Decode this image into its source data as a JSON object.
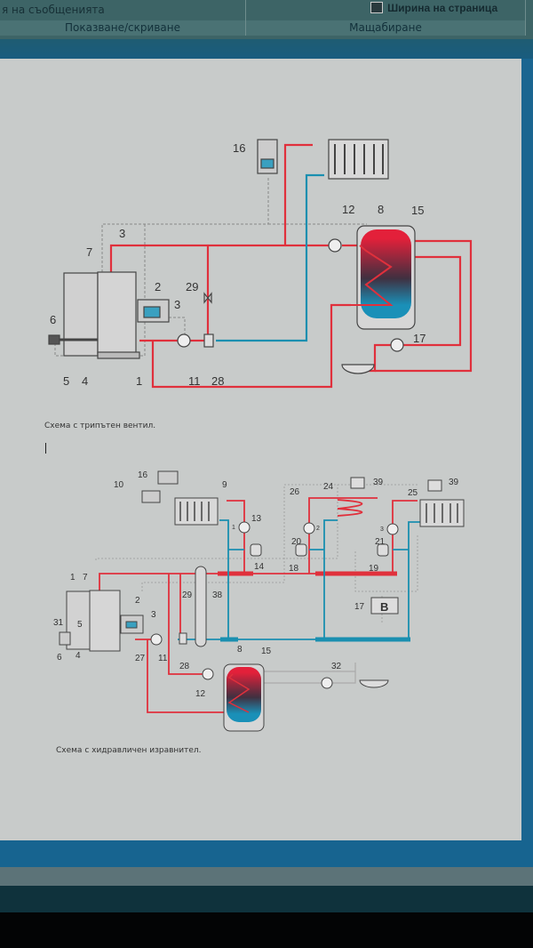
{
  "ribbon": {
    "messages_text": "я на съобщенията",
    "page_width_button": "Ширина на страница",
    "group_show_hide": "Показване/скриване",
    "group_zoom": "Мащабиране"
  },
  "document": {
    "caption1": "Схема с трипътен вентил.",
    "caption2": "Схема с хидравличен изравнител."
  },
  "diagram1": {
    "labels": [
      "16",
      "12",
      "8",
      "15",
      "3",
      "7",
      "2",
      "29",
      "3",
      "6",
      "17",
      "5",
      "4",
      "1",
      "11",
      "28"
    ]
  },
  "diagram2": {
    "labels": [
      "10",
      "16",
      "9",
      "26",
      "24",
      "39",
      "25",
      "39",
      "13",
      "20",
      "21",
      "14",
      "18",
      "19",
      "1",
      "7",
      "29",
      "38",
      "17",
      "2",
      "3",
      "31",
      "5",
      "6",
      "4",
      "27",
      "11",
      "28",
      "8",
      "15",
      "32",
      "12"
    ],
    "pump_numbers": [
      "1",
      "2",
      "3"
    ],
    "buffer_label": "B"
  },
  "colors": {
    "hot": "#e0303c",
    "cold": "#1a8fb0",
    "dashed": "#888888"
  }
}
